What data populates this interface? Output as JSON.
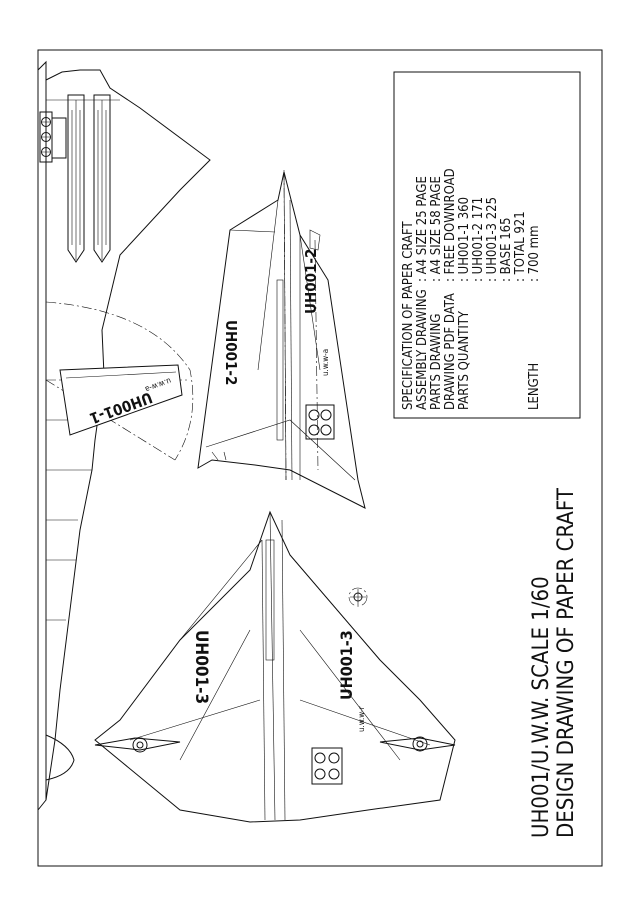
{
  "title_block": {
    "line1": "UH001/U.W.W. SCALE 1/60",
    "line2": "DESIGN DRAWING OF PAPER CRAFT"
  },
  "spec": {
    "header": "SPECIFICATION OF PAPER CRAFT",
    "rows": [
      {
        "label": "ASSEMBLY DRAWING",
        "value": ": A4 SIZE 25 PAGE"
      },
      {
        "label": "PARTS DRAWING",
        "value": ": A4 SIZE 58 PAGE"
      },
      {
        "label": "DRAWING PDF DATA",
        "value": ": FREE DOWNROAD"
      },
      {
        "label": "PARTS QUANTITY",
        "value": ": UH001-1   360"
      },
      {
        "label": "",
        "value": ": UH001-2   171"
      },
      {
        "label": "",
        "value": ": UH001-3   225"
      },
      {
        "label": "",
        "value": ": BASE        165"
      },
      {
        "label": "",
        "value": ": TOTAL       921"
      },
      {
        "label": "LENGTH",
        "value": ": 700 mm"
      }
    ]
  },
  "craft_labels": {
    "uh001_1": "UH001-1",
    "uh001_1_sub": "u.w.w-a",
    "uh001_2_top": "UH001-2",
    "uh001_2_side": "UH001-2",
    "uh001_2_sub": "u.w.w-a",
    "uh001_3_top": "UH001-3",
    "uh001_3_side": "UH001-3",
    "uh001_3_sub": "u.w.w-r"
  }
}
